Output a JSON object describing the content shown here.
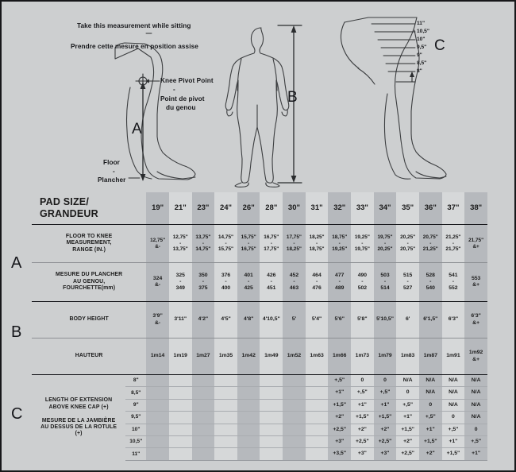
{
  "illustration": {
    "sitting_note_en": "Take this measurement while sitting",
    "sitting_note_sep": "-",
    "sitting_note_fr": "Prendre cette mesure en position assise",
    "knee_pivot_en": "Knee Pivot Point",
    "knee_pivot_sep": "-",
    "knee_pivot_fr_line1": "Point de pivot",
    "knee_pivot_fr_line2": "du genou",
    "floor_en": "Floor",
    "floor_sep": "-",
    "floor_fr": "Plancher",
    "dim_a": "A",
    "dim_b": "B",
    "dim_c": "C",
    "c_ticks": [
      "11\"",
      "10,5\"",
      "10\"",
      "9,5\"",
      "9\"",
      "8,5\"",
      "8\""
    ]
  },
  "table": {
    "header_title_line1": "PAD SIZE/",
    "header_title_line2": "GRANDEUR",
    "sizes": [
      "19\"",
      "21\"",
      "23\"",
      "24\"",
      "26\"",
      "28\"",
      "30\"",
      "31\"",
      "32\"",
      "33\"",
      "34\"",
      "35\"",
      "36\"",
      "37\"",
      "38\""
    ],
    "section_a": {
      "marker": "A",
      "row_in": {
        "label_line1": "FLOOR TO KNEE",
        "label_line2": "MEASUREMENT,",
        "label_line3": "RANGE (IN.)",
        "values": [
          "12,75\"\n&-",
          "12,75\"\n-\n13,75\"",
          "13,75\"\n-\n14,75\"",
          "14,75\"\n-\n15,75\"",
          "15,75\"\n-\n16,75\"",
          "16,75\"\n-\n17,75\"",
          "17,75\"\n-\n18,25\"",
          "18,25\"\n-\n18,75\"",
          "18,75\"\n-\n19,25\"",
          "19,25\"\n-\n19,75\"",
          "19,75\"\n-\n20,25\"",
          "20,25\"\n-\n20,75\"",
          "20,75\"\n-\n21,25\"",
          "21,25\"\n-\n21,75\"",
          "21,75\"\n&+"
        ]
      },
      "row_mm": {
        "label_line1": "MESURE DU PLANCHER",
        "label_line2": "AU GENOU,",
        "label_line3": "FOURCHETTE(mm)",
        "values": [
          "324\n&-",
          "325\n-\n349",
          "350\n-\n375",
          "376\n-\n400",
          "401\n-\n425",
          "426\n-\n451",
          "452\n-\n463",
          "464\n-\n476",
          "477\n-\n489",
          "490\n-\n502",
          "503\n-\n514",
          "515\n-\n527",
          "528\n-\n540",
          "541\n-\n552",
          "553\n&+"
        ]
      }
    },
    "section_b": {
      "marker": "B",
      "row_height": {
        "label": "BODY HEIGHT",
        "values": [
          "3'9\"\n&-",
          "3'11\"",
          "4'2\"",
          "4'5\"",
          "4'8\"",
          "4'10,5\"",
          "5'",
          "5'4\"",
          "5'6\"",
          "5'8\"",
          "5'10,5\"",
          "6'",
          "6'1,5\"",
          "6'3\"",
          "6'3\"\n&+"
        ]
      },
      "row_hauteur": {
        "label": "HAUTEUR",
        "values": [
          "1m14",
          "1m19",
          "1m27",
          "1m35",
          "1m42",
          "1m49",
          "1m52",
          "1m63",
          "1m66",
          "1m73",
          "1m79",
          "1m83",
          "1m87",
          "1m91",
          "1m92\n&+"
        ]
      }
    },
    "section_c": {
      "marker": "C",
      "label_en_line1": "LENGTH OF EXTENSION",
      "label_en_line2": "ABOVE KNEE CAP (+)",
      "label_fr_line1": "MESURE DE LA JAMBIÈRE",
      "label_fr_line2": "AU DESSUS DE LA ROTULE",
      "label_fr_line3": "(+)",
      "sub_rows": [
        "8\"",
        "8,5\"",
        "9\"",
        "9,5\"",
        "10\"",
        "10,5\"",
        "11\""
      ],
      "data_start_index": 8,
      "rows": [
        [
          "+,5\"",
          "0",
          "0",
          "N/A",
          "N/A",
          "N/A",
          "N/A"
        ],
        [
          "+1\"",
          "+,5\"",
          "+,5\"",
          "0",
          "N/A",
          "N/A",
          "N/A"
        ],
        [
          "+1,5\"",
          "+1\"",
          "+1\"",
          "+,5\"",
          "0",
          "N/A",
          "N/A"
        ],
        [
          "+2\"",
          "+1,5\"",
          "+1,5\"",
          "+1\"",
          "+,5\"",
          "0",
          "N/A"
        ],
        [
          "+2,5\"",
          "+2\"",
          "+2\"",
          "+1,5\"",
          "+1\"",
          "+,5\"",
          "0"
        ],
        [
          "+3\"",
          "+2,5\"",
          "+2,5\"",
          "+2\"",
          "+1,5\"",
          "+1\"",
          "+,5\""
        ],
        [
          "+3,5\"",
          "+3\"",
          "+3\"",
          "+2,5\"",
          "+2\"",
          "+1,5\"",
          "+1\""
        ]
      ]
    }
  },
  "colors": {
    "background": "#cdcfd0",
    "shade_dark": "#b6b9bd",
    "shade_light": "#d6d8d9",
    "ink": "#15161a",
    "border": "#17181a"
  }
}
